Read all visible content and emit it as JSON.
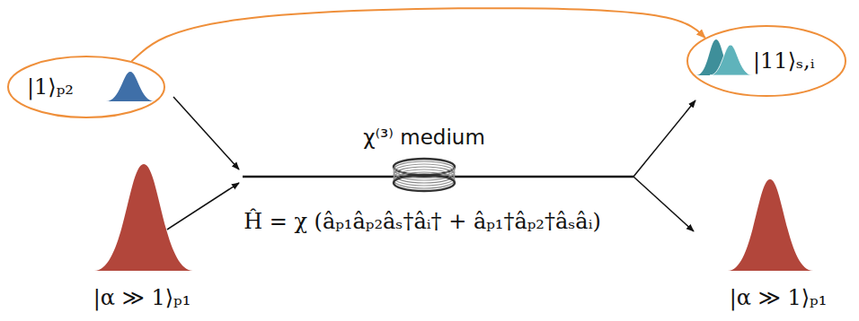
{
  "diagram": {
    "nodes": [
      {
        "text": [
          "|1⟩ₚ₂"
        ]
      },
      {
        "text": [
          "|11⟩ₛ,ᵢ"
        ]
      }
    ],
    "edges": [
      {
        "from": 0,
        "to": 1,
        "arrow": "to"
      }
    ],
    "labels": [
      "χ⁽³⁾ medium",
      "Ĥ = χ (âₚ₁âₚ₂âₛ†âᵢ† + âₚ₁†âₚ₂†âₛâᵢ)",
      "|α ≫ 1⟩ₚ₁",
      "|α ≫ 1⟩ₚ₁"
    ]
  }
}
